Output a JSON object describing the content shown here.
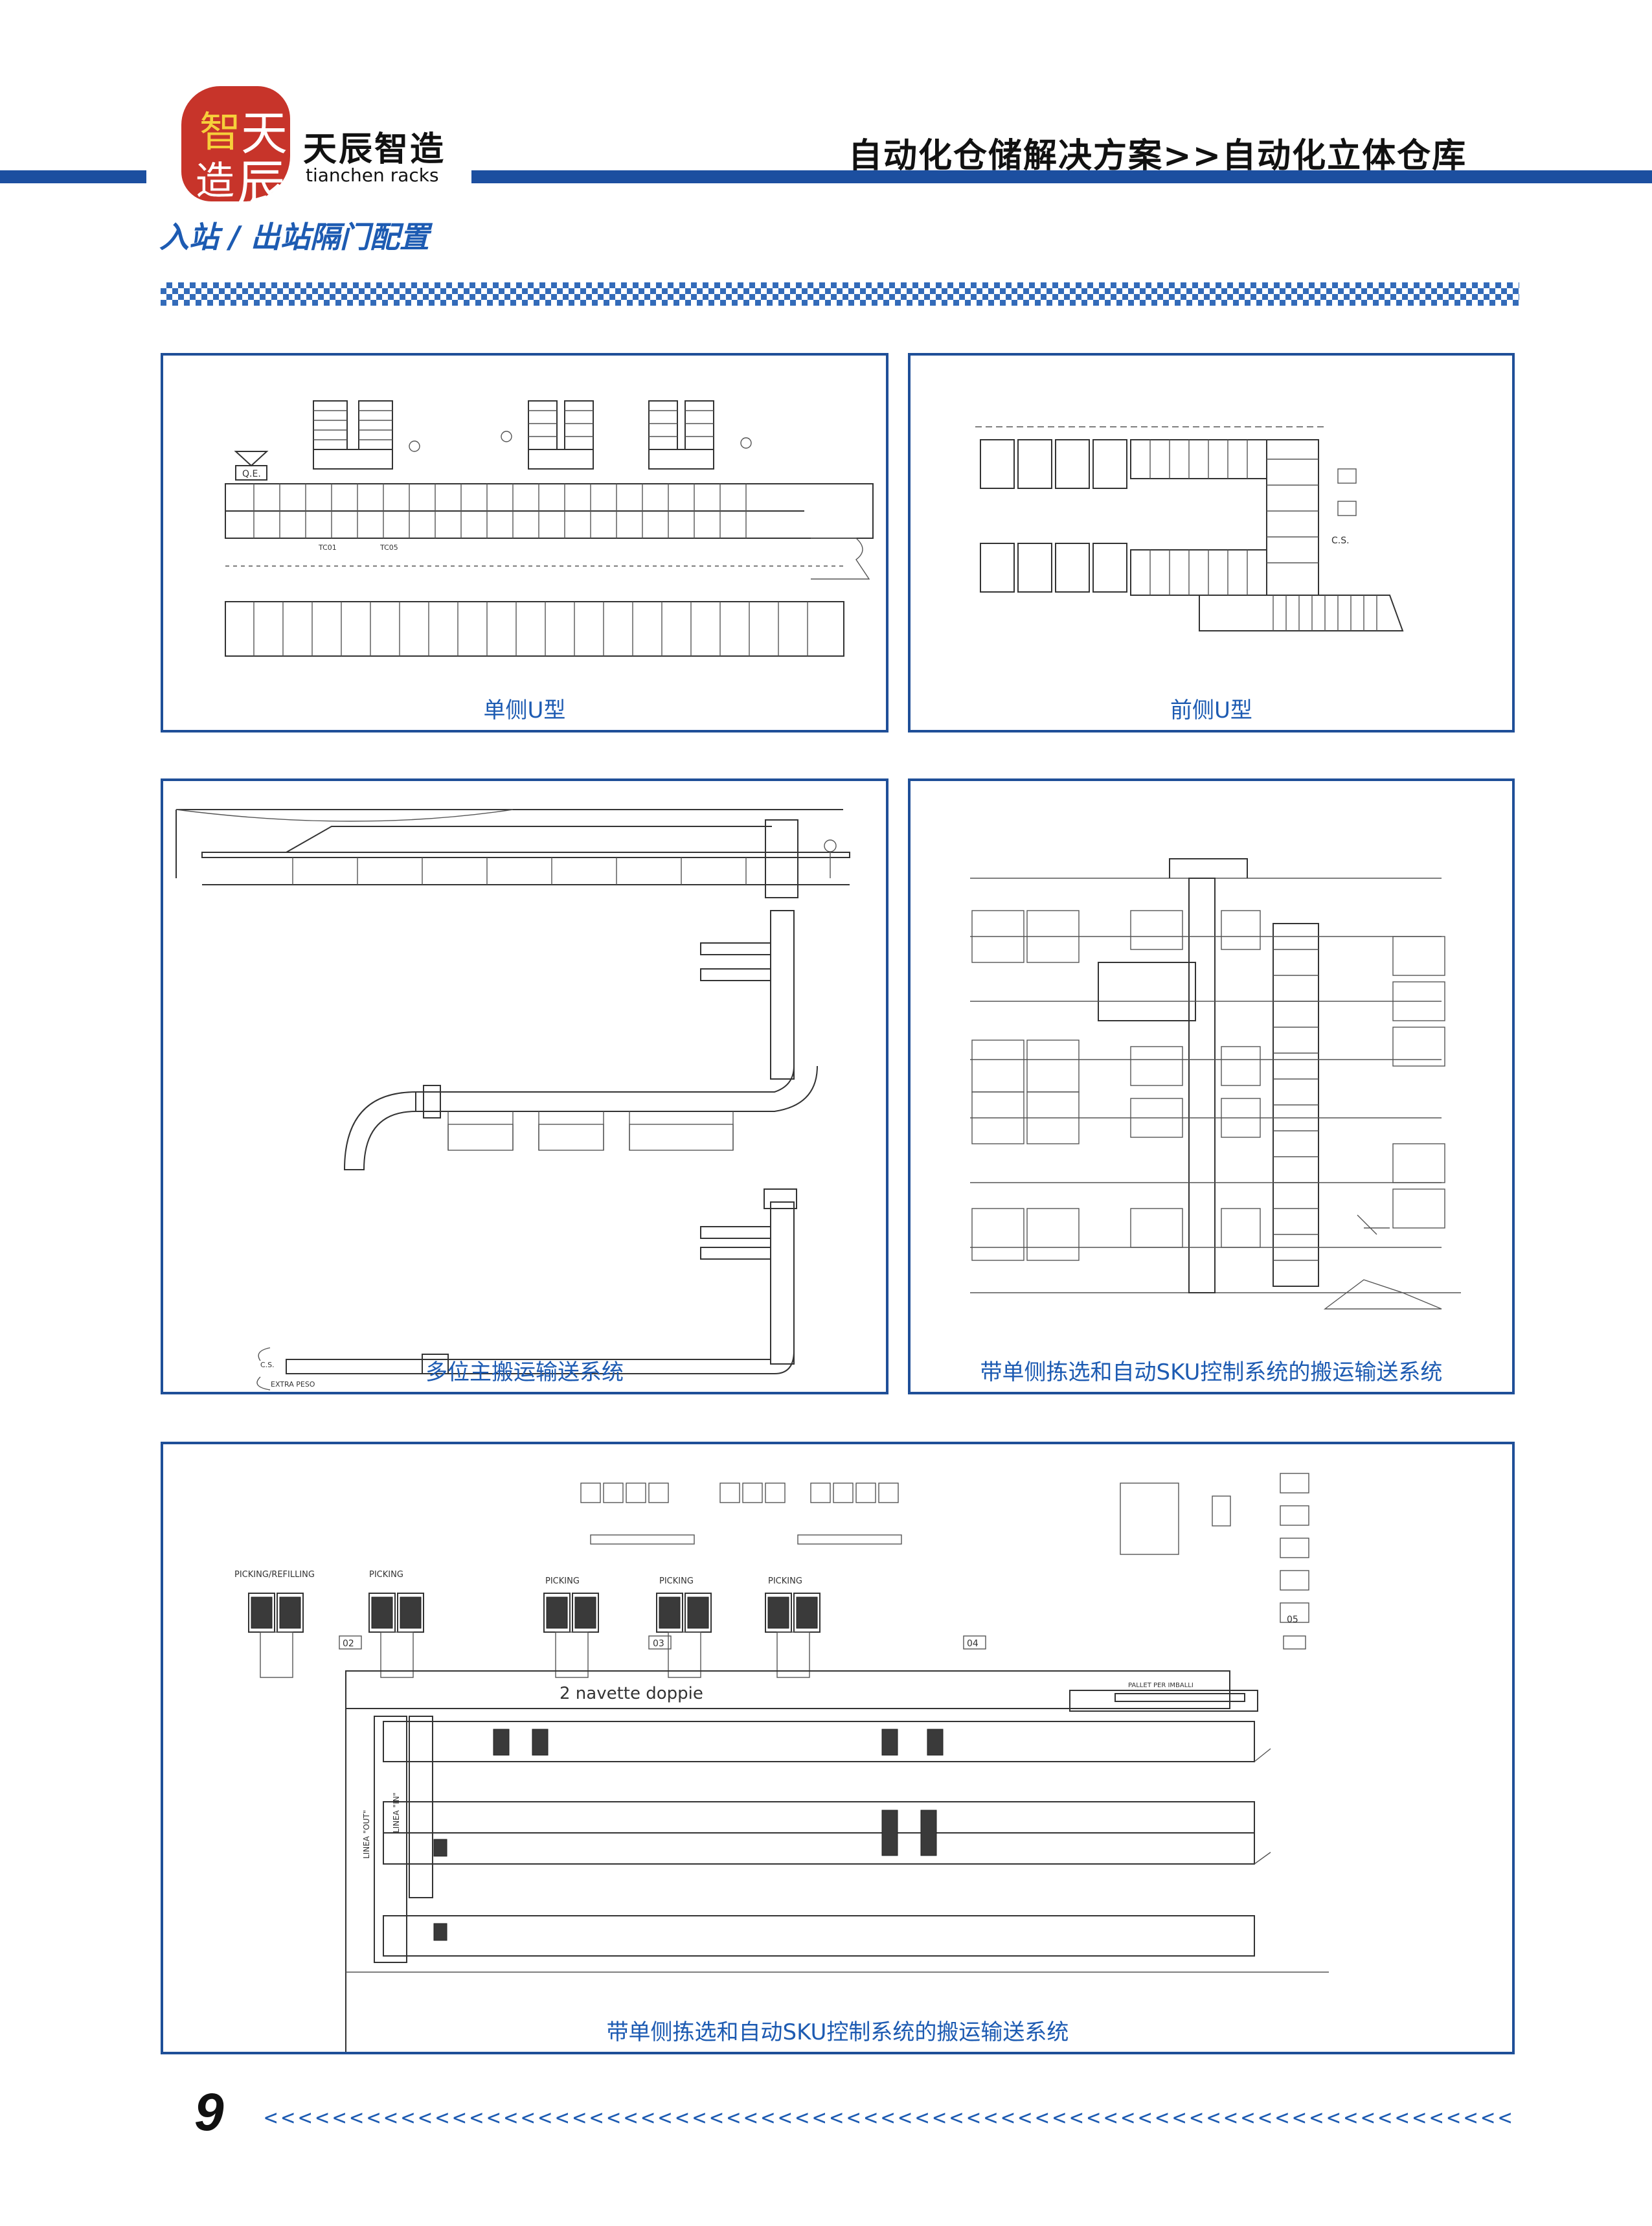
{
  "header": {
    "logo_chars": [
      "智",
      "天",
      "造",
      "辰"
    ],
    "brand_cn": "天辰智造",
    "brand_en": "tianchen racks",
    "title": "自动化仓储解决方案>>自动化立体仓库"
  },
  "section_heading": "入站 / 出站隔门配置",
  "panels": {
    "p1": {
      "caption": "单侧U型",
      "labels": {
        "qe": "Q.E.",
        "tc01": "TC01",
        "tc05": "TC05"
      }
    },
    "p2": {
      "caption": "前侧U型",
      "labels": {
        "cs": "C.S."
      }
    },
    "p3": {
      "caption": "多位主搬运输送系统",
      "labels": {
        "extra_peso": "EXTRA PESO",
        "cs": "C.S."
      }
    },
    "p4": {
      "caption": "带单侧拣选和自动SKU控制系统的搬运输送系统"
    },
    "p5": {
      "caption": "带单侧拣选和自动SKU控制系统的搬运输送系统",
      "labels": {
        "picking_refilling": "PICKING/REFILLING",
        "picking_4": "PICKING",
        "picking_3": "PICKING",
        "picking_2": "PICKING",
        "picking_1": "PICKING",
        "navette": "2 navette doppie",
        "linea_out": "LINEA \"OUT\"",
        "linea_in": "LINEA \"IN\"",
        "grid_02": "02",
        "grid_03": "03",
        "grid_04": "04",
        "grid_05": "05",
        "pallet_per_imballi": "PALLET PER IMBALLI"
      }
    }
  },
  "footer": {
    "page_number": "9",
    "chevrons": "<<<<<<<<<<<<<<<<<<<<<<<<<<<<<<<<<<<<<<<<<<<<<<<<<<<<<<<<<<<<<<<<<<<<<<<<<"
  }
}
